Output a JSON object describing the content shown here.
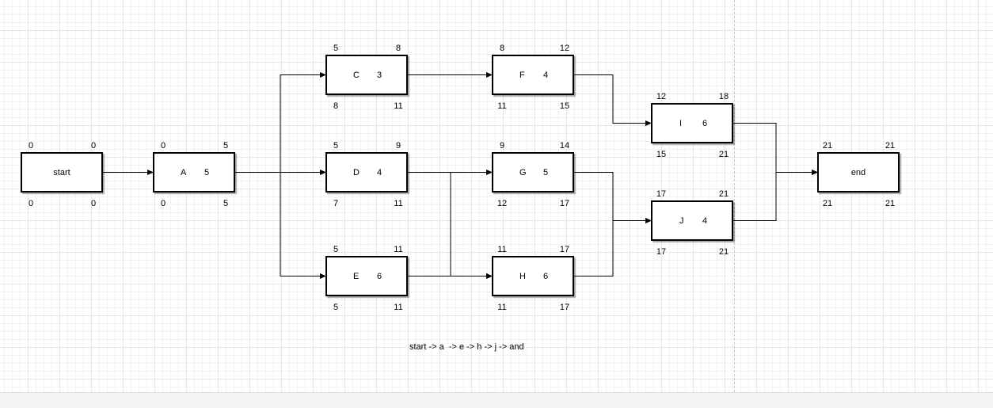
{
  "diagram": {
    "nodes": [
      {
        "id": "start",
        "name": "start",
        "duration": "",
        "es": "0",
        "ef": "0",
        "ls": "0",
        "lf": "0"
      },
      {
        "id": "A",
        "name": "A",
        "duration": "5",
        "es": "0",
        "ef": "5",
        "ls": "0",
        "lf": "5"
      },
      {
        "id": "C",
        "name": "C",
        "duration": "3",
        "es": "5",
        "ef": "8",
        "ls": "8",
        "lf": "11"
      },
      {
        "id": "D",
        "name": "D",
        "duration": "4",
        "es": "5",
        "ef": "9",
        "ls": "7",
        "lf": "11"
      },
      {
        "id": "E",
        "name": "E",
        "duration": "6",
        "es": "5",
        "ef": "11",
        "ls": "5",
        "lf": "11"
      },
      {
        "id": "F",
        "name": "F",
        "duration": "4",
        "es": "8",
        "ef": "12",
        "ls": "11",
        "lf": "15"
      },
      {
        "id": "G",
        "name": "G",
        "duration": "5",
        "es": "9",
        "ef": "14",
        "ls": "12",
        "lf": "17"
      },
      {
        "id": "H",
        "name": "H",
        "duration": "6",
        "es": "11",
        "ef": "17",
        "ls": "11",
        "lf": "17"
      },
      {
        "id": "I",
        "name": "I",
        "duration": "6",
        "es": "12",
        "ef": "18",
        "ls": "15",
        "lf": "21"
      },
      {
        "id": "J",
        "name": "J",
        "duration": "4",
        "es": "17",
        "ef": "21",
        "ls": "17",
        "lf": "21"
      },
      {
        "id": "end",
        "name": "end",
        "duration": "",
        "es": "21",
        "ef": "21",
        "ls": "21",
        "lf": "21"
      }
    ],
    "edges": [
      {
        "from": "start",
        "to": "A"
      },
      {
        "from": "A",
        "to": "C"
      },
      {
        "from": "A",
        "to": "D"
      },
      {
        "from": "A",
        "to": "E"
      },
      {
        "from": "C",
        "to": "F"
      },
      {
        "from": "D",
        "to": "G"
      },
      {
        "from": "D",
        "to": "H"
      },
      {
        "from": "E",
        "to": "H"
      },
      {
        "from": "F",
        "to": "I"
      },
      {
        "from": "G",
        "to": "J"
      },
      {
        "from": "H",
        "to": "J"
      },
      {
        "from": "I",
        "to": "end"
      },
      {
        "from": "J",
        "to": "end"
      }
    ],
    "note": "start -> a  -> e -> h -> j -> and"
  },
  "colors": {
    "stroke": "#000000",
    "node_fill": "#ffffff",
    "grid": "#e6e6e6"
  }
}
